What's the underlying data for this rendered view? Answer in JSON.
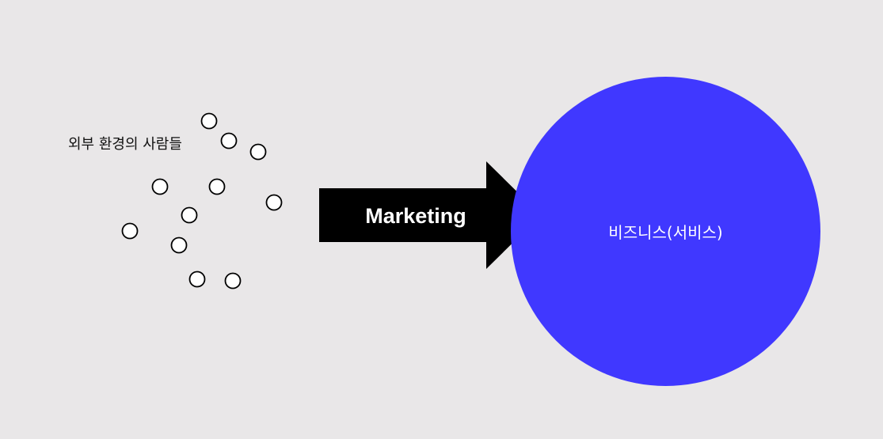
{
  "diagram": {
    "people_label": "외부 환경의 사람들",
    "arrow_label": "Marketing",
    "business_label": "비즈니스(서비스)",
    "person_count": 11,
    "colors": {
      "background": "#e9e7e8",
      "arrow": "#000000",
      "business_circle": "#4038ff",
      "person_fill": "#ffffff",
      "person_stroke": "#000000"
    }
  }
}
